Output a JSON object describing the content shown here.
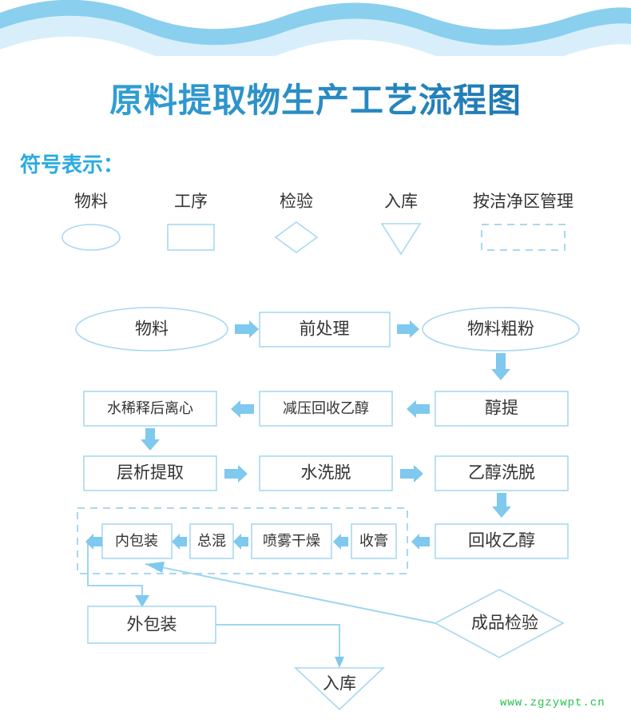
{
  "header": {
    "wave_color_top": "#8ACFEE",
    "wave_color_bottom": "#D8EFFB"
  },
  "title": {
    "text": "原料提取物生产工艺流程图",
    "gradient_from": "#35A8DC",
    "gradient_to": "#1A6FA8"
  },
  "legend": {
    "heading": "符号表示：",
    "heading_color": "#29ABE2",
    "items": [
      {
        "label": "物料",
        "shape": "ellipse"
      },
      {
        "label": "工序",
        "shape": "rectangle"
      },
      {
        "label": "检验",
        "shape": "diamond"
      },
      {
        "label": "入库",
        "shape": "triangle-down"
      },
      {
        "label": "按洁净区管理",
        "shape": "dashed-rectangle"
      }
    ]
  },
  "flow": {
    "shape_stroke_color": "#A8D8F0",
    "arrow_color": "#7FC8EE",
    "connector_color": "#9ED6F2",
    "clean_area_label": "按洁净区管理",
    "nodes": [
      {
        "id": "wuliao",
        "label": "物料",
        "shape": "ellipse",
        "row": 1
      },
      {
        "id": "qianchuli",
        "label": "前处理",
        "shape": "rectangle",
        "row": 1
      },
      {
        "id": "wuliaocufen",
        "label": "物料粗粉",
        "shape": "ellipse",
        "row": 1
      },
      {
        "id": "chunti",
        "label": "醇提",
        "shape": "rectangle",
        "row": 2
      },
      {
        "id": "jianyahuishou",
        "label": "减压回收乙醇",
        "shape": "rectangle",
        "row": 2
      },
      {
        "id": "shuixishi",
        "label": "水稀释后离心",
        "shape": "rectangle",
        "row": 2
      },
      {
        "id": "cengxi",
        "label": "层析提取",
        "shape": "rectangle",
        "row": 3
      },
      {
        "id": "shuixituo",
        "label": "水洗脱",
        "shape": "rectangle",
        "row": 3
      },
      {
        "id": "yichunxituo",
        "label": "乙醇洗脱",
        "shape": "rectangle",
        "row": 3
      },
      {
        "id": "huishouyichun",
        "label": "回收乙醇",
        "shape": "rectangle",
        "row": 4
      },
      {
        "id": "shougao",
        "label": "收膏",
        "shape": "rectangle",
        "row": 4,
        "clean": true
      },
      {
        "id": "penwuganzao",
        "label": "喷雾干燥",
        "shape": "rectangle",
        "row": 4,
        "clean": true
      },
      {
        "id": "zonghun",
        "label": "总混",
        "shape": "rectangle",
        "row": 4,
        "clean": true
      },
      {
        "id": "neibaozhuang",
        "label": "内包装",
        "shape": "rectangle",
        "row": 4,
        "clean": true
      },
      {
        "id": "waibaozhuang",
        "label": "外包装",
        "shape": "rectangle",
        "row": 5
      },
      {
        "id": "chengpinjian",
        "label": "成品检验",
        "shape": "diamond",
        "row": 5
      },
      {
        "id": "ruku",
        "label": "入库",
        "shape": "triangle-down",
        "row": 6
      }
    ],
    "edges": [
      {
        "from": "wuliao",
        "to": "qianchuli",
        "dir": "right"
      },
      {
        "from": "qianchuli",
        "to": "wuliaocufen",
        "dir": "right"
      },
      {
        "from": "wuliaocufen",
        "to": "chunti",
        "dir": "down"
      },
      {
        "from": "chunti",
        "to": "jianyahuishou",
        "dir": "left"
      },
      {
        "from": "jianyahuishou",
        "to": "shuixishi",
        "dir": "left"
      },
      {
        "from": "shuixishi",
        "to": "cengxi",
        "dir": "down"
      },
      {
        "from": "cengxi",
        "to": "shuixituo",
        "dir": "right"
      },
      {
        "from": "shuixituo",
        "to": "yichunxituo",
        "dir": "right"
      },
      {
        "from": "yichunxituo",
        "to": "huishouyichun",
        "dir": "down"
      },
      {
        "from": "huishouyichun",
        "to": "shougao",
        "dir": "left"
      },
      {
        "from": "shougao",
        "to": "penwuganzao",
        "dir": "left"
      },
      {
        "from": "penwuganzao",
        "to": "zonghun",
        "dir": "left"
      },
      {
        "from": "zonghun",
        "to": "neibaozhuang",
        "dir": "left"
      },
      {
        "from": "neibaozhuang",
        "to": "waibaozhuang",
        "dir": "elbow-down"
      },
      {
        "from": "waibaozhuang",
        "to": "ruku",
        "dir": "elbow-down"
      },
      {
        "from": "chengpinjian",
        "to": "neibaozhuang",
        "dir": "diagonal-up-left"
      }
    ]
  },
  "watermark": {
    "text": "www.zgzywpt.cn",
    "color": "#22C24A"
  }
}
